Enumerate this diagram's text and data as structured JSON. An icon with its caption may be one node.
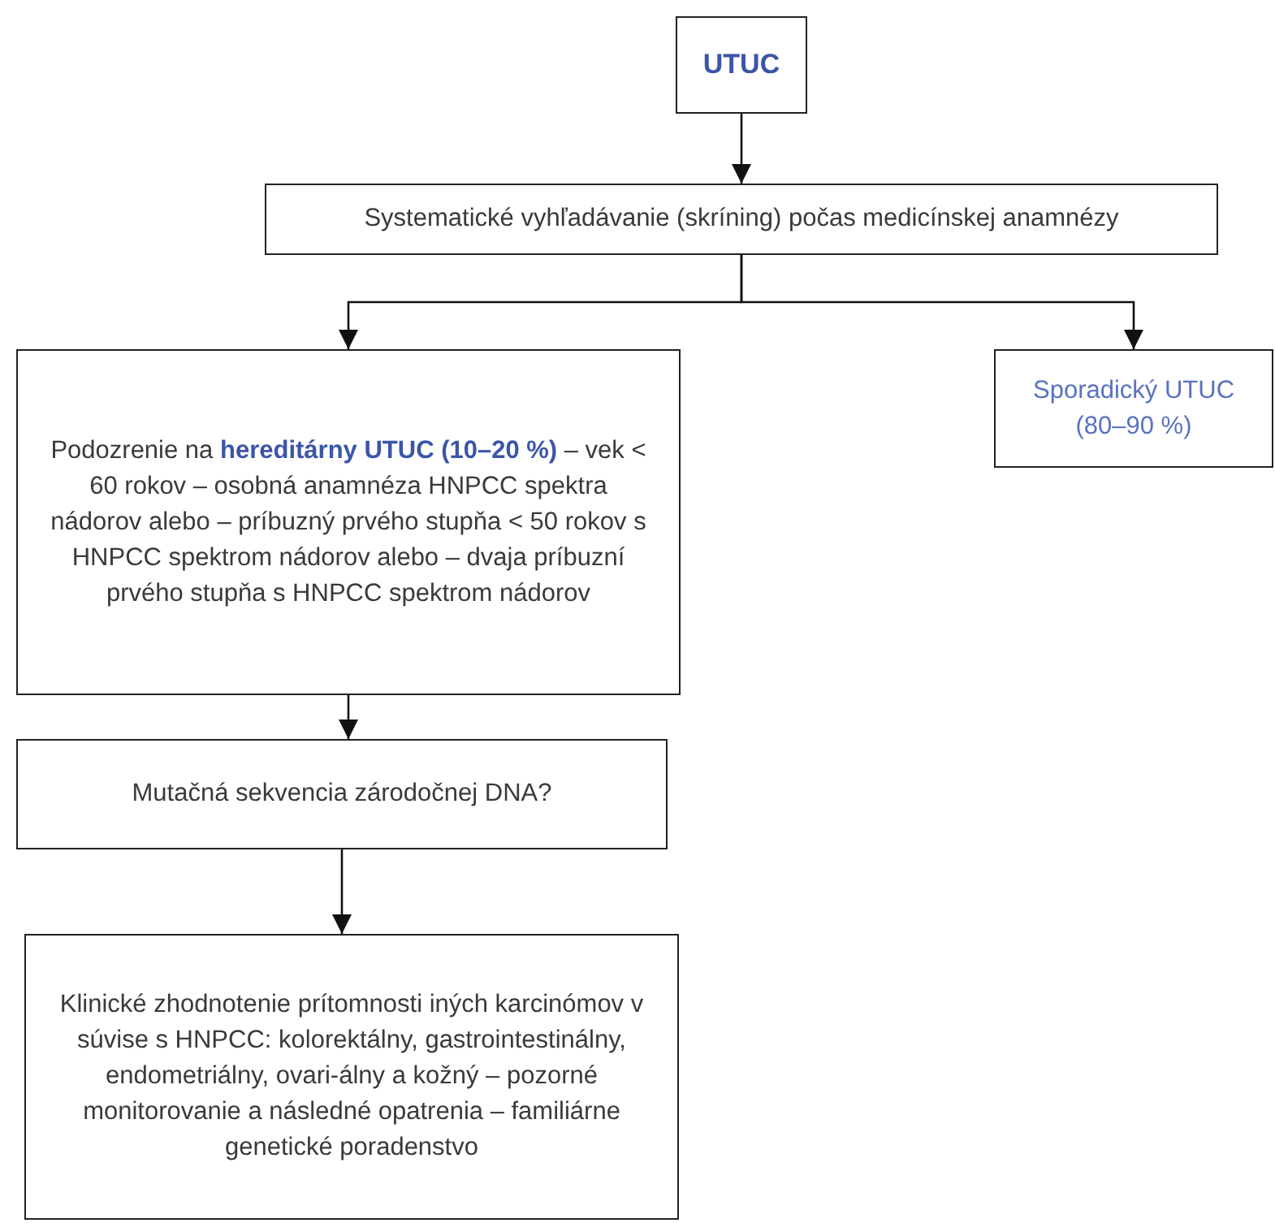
{
  "diagram": {
    "nodes": [
      {
        "text": [
          "UTUC"
        ]
      },
      {
        "text": [
          "Systematické vyhľadávanie (skríning) počas medicínskej anamnézy"
        ]
      },
      {
        "text": [
          "Podozrenie na **hereditárny UTUC (10–20 %)** – vek < 60 rokov – osobná anamnéza HNPCC spektra nádorov alebo – príbuzný prvého stupňa < 50 rokov s HNPCC spektrom nádorov alebo – dvaja príbuzní prvého stupňa s HNPCC spektrom nádorov"
        ]
      },
      {
        "text": [
          "Sporadický UTUC (80–90 %)"
        ]
      },
      {
        "text": [
          "Mutačná sekvencia zárodočnej DNA?"
        ]
      },
      {
        "text": [
          "Klinické zhodnotenie prítomnosti iných karcinómov v súvise s HNPCC: kolorektálny, gastrointestinálny, endometriálny, ovari-álny a kožný – pozorné monitorovanie a následné opatrenia – familiárne genetické poradenstvo"
        ]
      }
    ],
    "edges": [
      {
        "from": 0,
        "to": 1,
        "arrow": "to"
      },
      {
        "from": 1,
        "to": 2,
        "arrow": "to"
      },
      {
        "from": 1,
        "to": 3,
        "arrow": "to"
      },
      {
        "from": 2,
        "to": 4,
        "arrow": "to"
      },
      {
        "from": 4,
        "to": 5,
        "arrow": "to"
      }
    ]
  }
}
